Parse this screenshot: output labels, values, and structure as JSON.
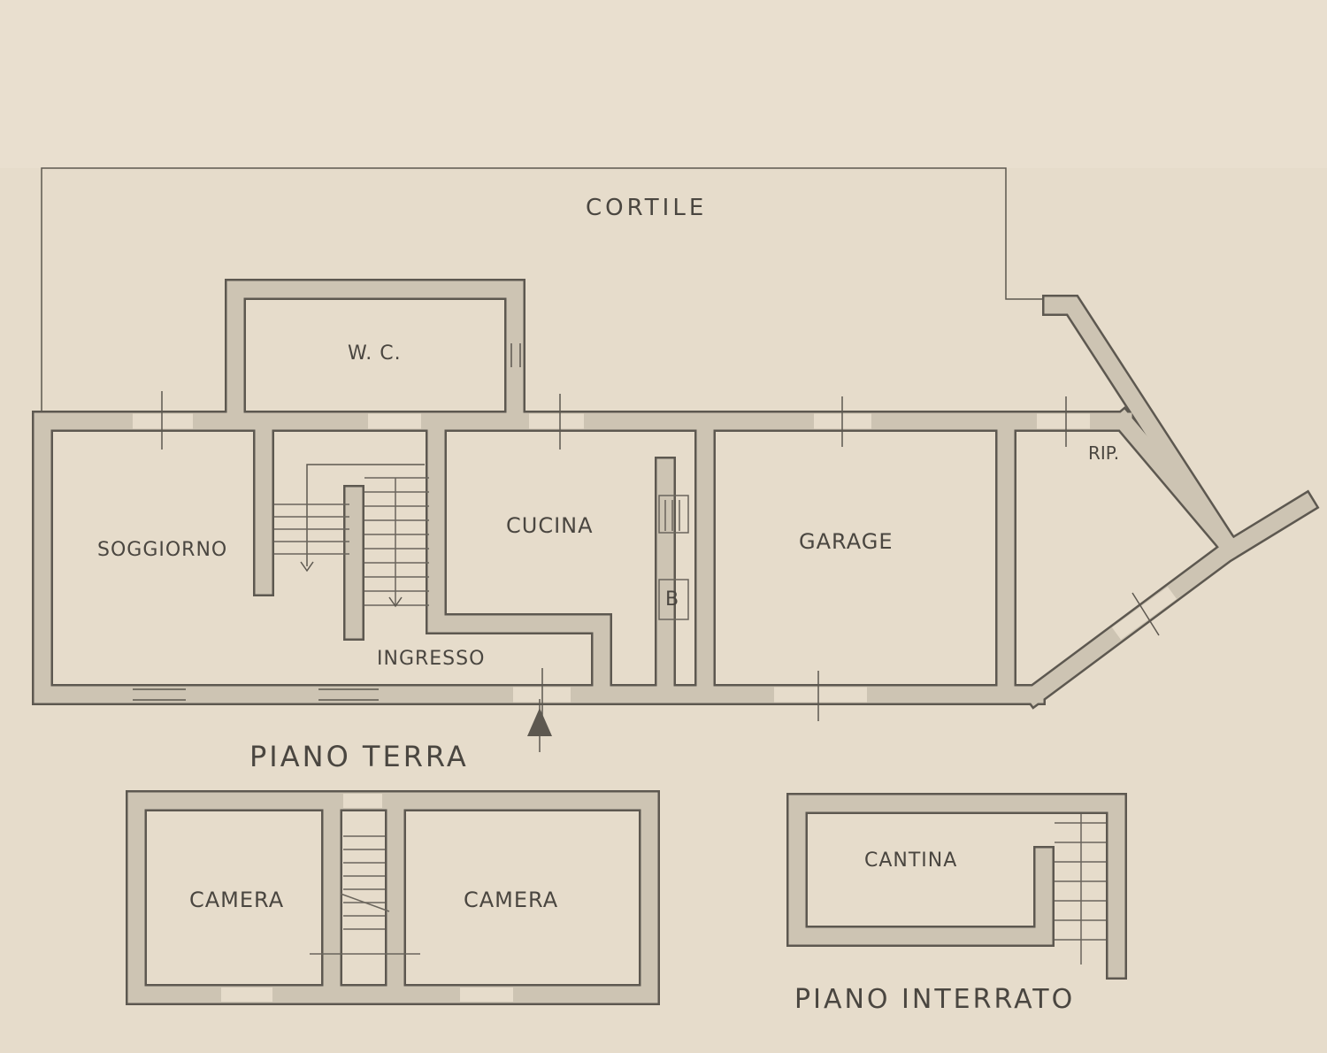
{
  "plan": {
    "courtyard_label": "CORTILE",
    "ground_floor": {
      "title": "PIANO TERRA",
      "rooms": {
        "wc": "W. C.",
        "living": "SOGGIORNO",
        "kitchen": "CUCINA",
        "garage": "GARAGE",
        "storage": "RIP.",
        "entrance": "INGRESSO",
        "boiler": "B"
      }
    },
    "upper_floor": {
      "rooms": [
        "CAMERA",
        "CAMERA"
      ]
    },
    "basement": {
      "title": "PIANO INTERRATO",
      "rooms": {
        "cellar": "CANTINA"
      }
    }
  }
}
